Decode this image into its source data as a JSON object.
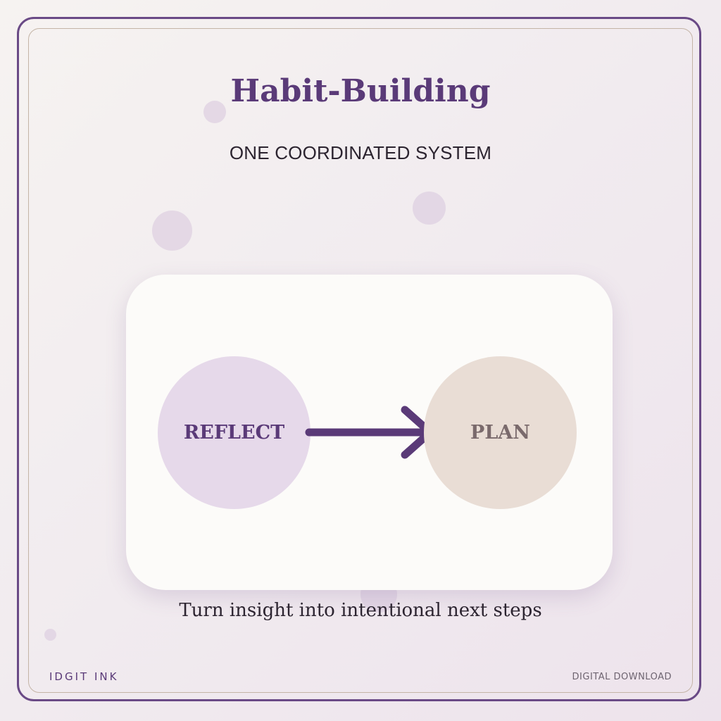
{
  "header": {
    "title": "Habit-Building",
    "subtitle": "ONE COORDINATED SYSTEM"
  },
  "flow": {
    "from_label": "REFLECT",
    "to_label": "PLAN"
  },
  "caption": "Turn insight into intentional next steps",
  "footer": {
    "brand": "IDGIT INK",
    "tag": "DIGITAL DOWNLOAD"
  },
  "colors": {
    "accent": "#5a3a78",
    "reflect_fill": "#e6d9ea",
    "plan_fill": "#e9ddd5",
    "card": "#fcfbf9"
  }
}
